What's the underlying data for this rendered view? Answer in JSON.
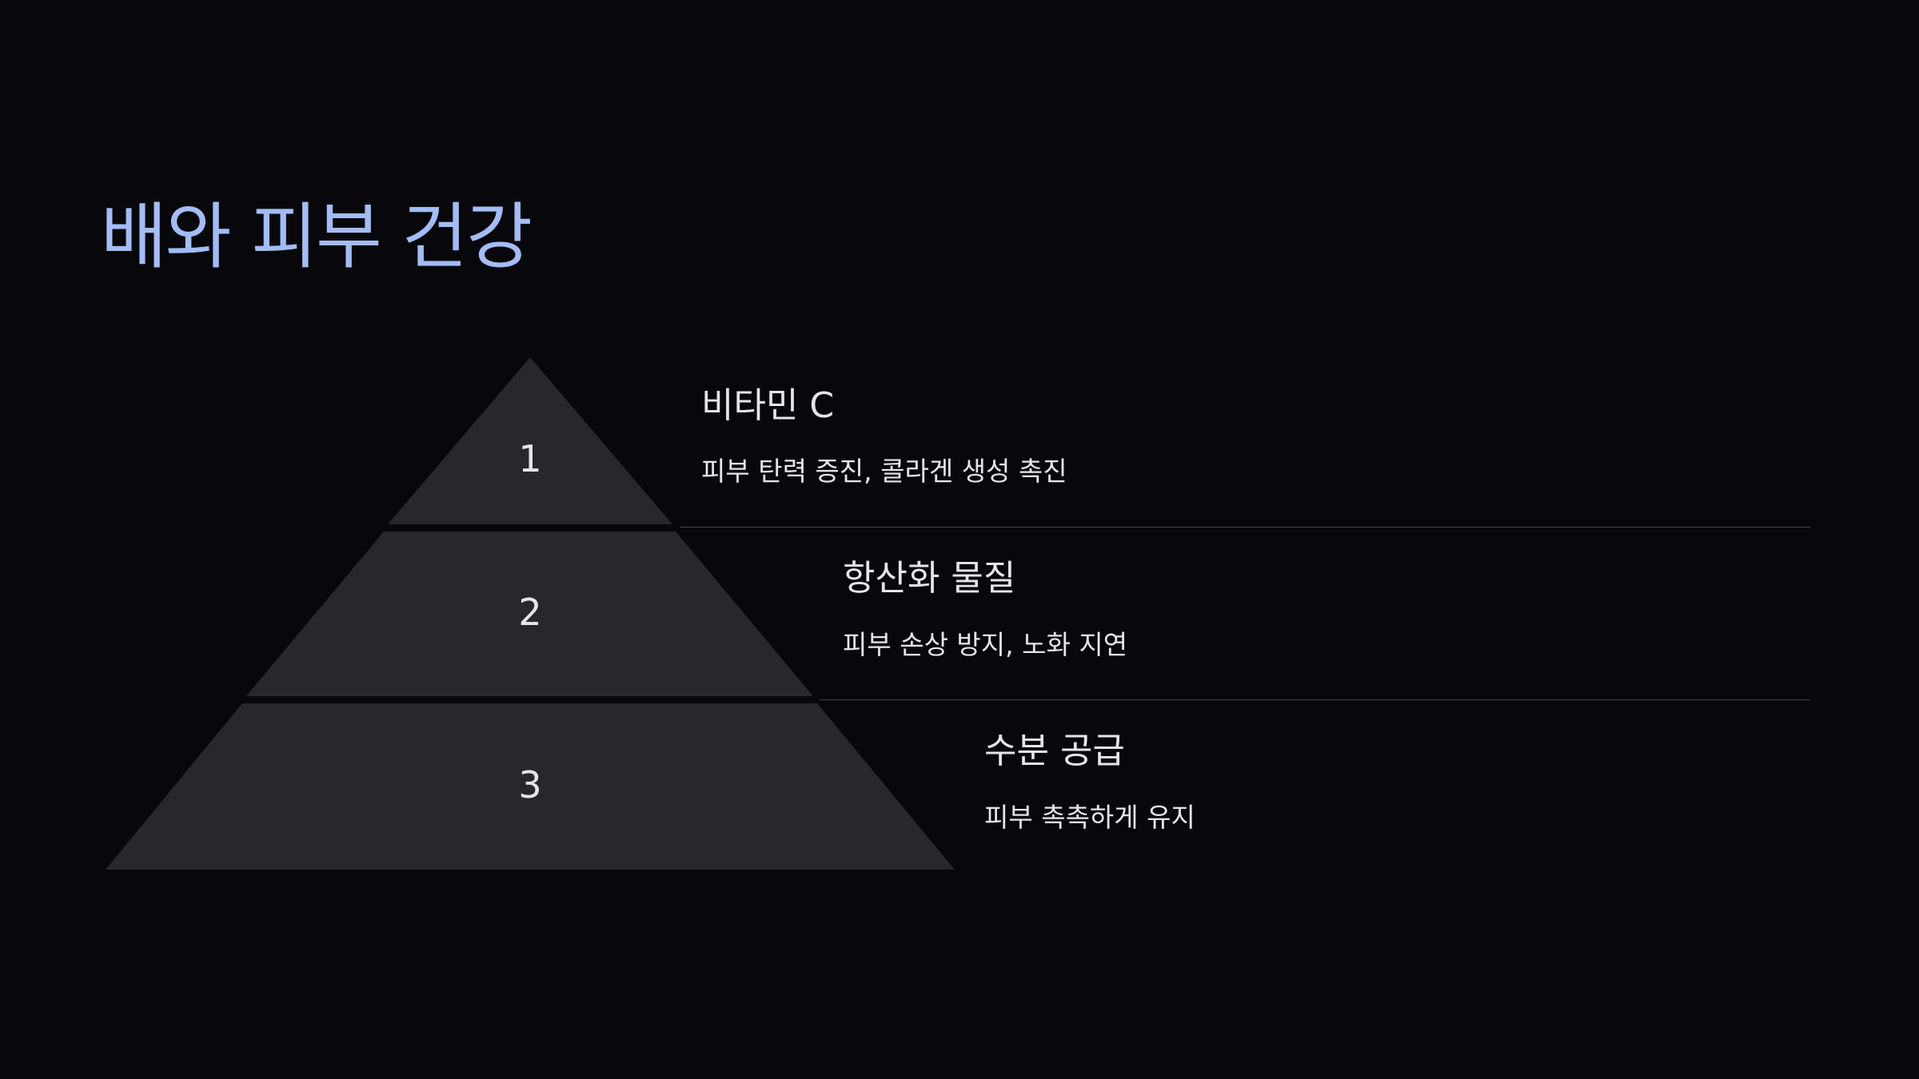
{
  "title": "배와 피부 건강",
  "colors": {
    "background": "#08080c",
    "title": "#a4bcf5",
    "level_fill": "#27272c",
    "text": "#e6e6ea",
    "divider": "#3f3f47"
  },
  "levels": [
    {
      "number": "1",
      "title": "비타민 C",
      "description": "피부 탄력 증진, 콜라겐 생성 촉진"
    },
    {
      "number": "2",
      "title": "항산화 물질",
      "description": "피부 손상 방지, 노화 지연"
    },
    {
      "number": "3",
      "title": "수분 공급",
      "description": "피부 촉촉하게 유지"
    }
  ]
}
